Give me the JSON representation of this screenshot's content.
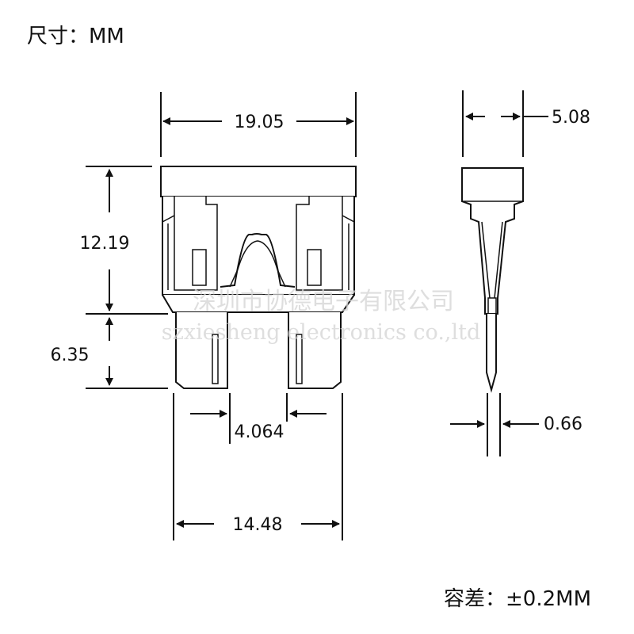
{
  "header": {
    "units": "尺寸：MM"
  },
  "footer": {
    "tolerance": "容差：±0.2MM"
  },
  "dimensions": {
    "top_width": "19.05",
    "body_height": "12.19",
    "blade_height": "6.35",
    "blade_gap": "4.064",
    "blade_span": "14.48",
    "side_thickness": "5.08",
    "blade_thickness": "0.66"
  },
  "watermark": {
    "cn": "深圳市协德电子有限公司",
    "en": "szxiesheng electronics co.,ltd"
  }
}
